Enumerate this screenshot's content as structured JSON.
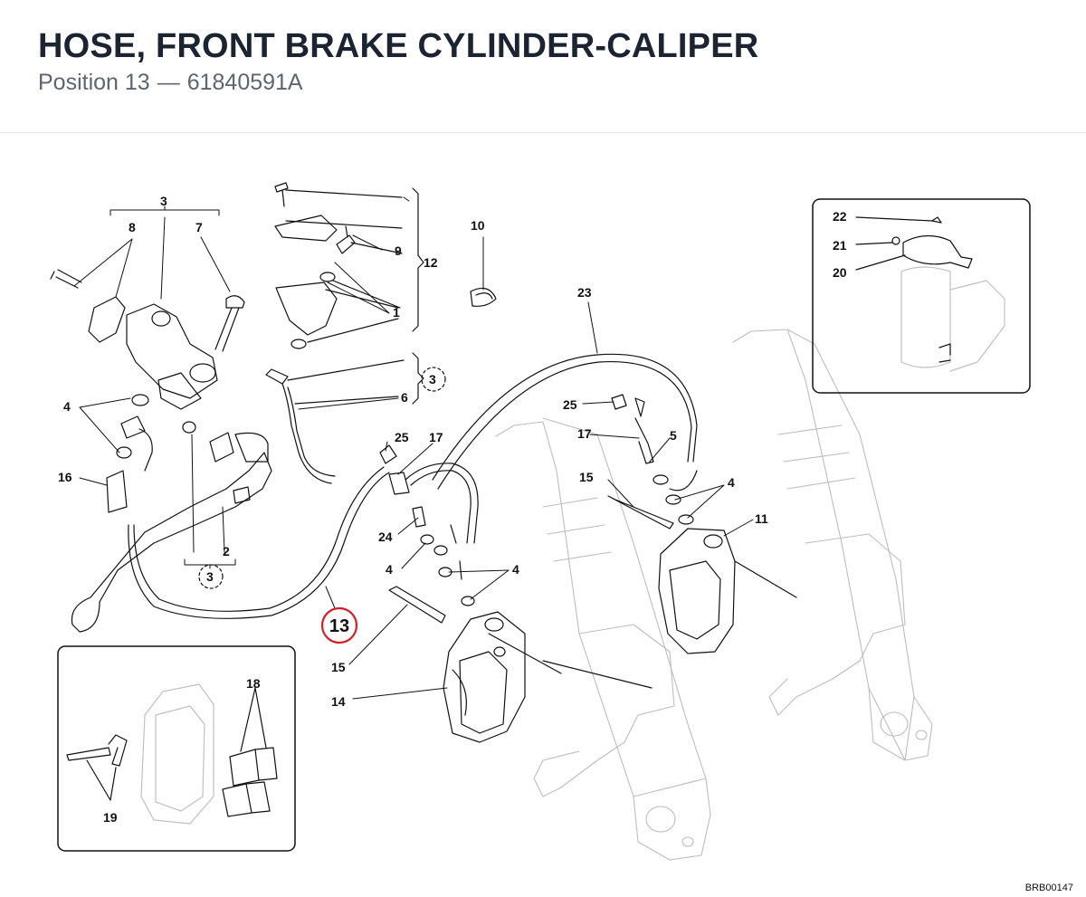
{
  "header": {
    "title": "HOSE, FRONT BRAKE CYLINDER-CALIPER",
    "position_label": "Position 13",
    "separator": "—",
    "part_number": "61840591A"
  },
  "diagram": {
    "code": "BRB00147",
    "highlighted": "13",
    "labels": {
      "l1": "1",
      "l2": "2",
      "l3a": "3",
      "l3b": "3",
      "l3c": "3",
      "l4a": "4",
      "l4b": "4",
      "l4c": "4",
      "l4d": "4",
      "l5": "5",
      "l6": "6",
      "l7": "7",
      "l8": "8",
      "l9": "9",
      "l10": "10",
      "l11": "11",
      "l12": "12",
      "l14": "14",
      "l15a": "15",
      "l15b": "15",
      "l16": "16",
      "l17a": "17",
      "l17b": "17",
      "l18": "18",
      "l19": "19",
      "l20": "20",
      "l21": "21",
      "l22": "22",
      "l23": "23",
      "l24": "24",
      "l25a": "25",
      "l25b": "25"
    }
  },
  "colors": {
    "highlight": "#d0202a",
    "ink": "#111111",
    "faint": "#b8b8b8"
  }
}
